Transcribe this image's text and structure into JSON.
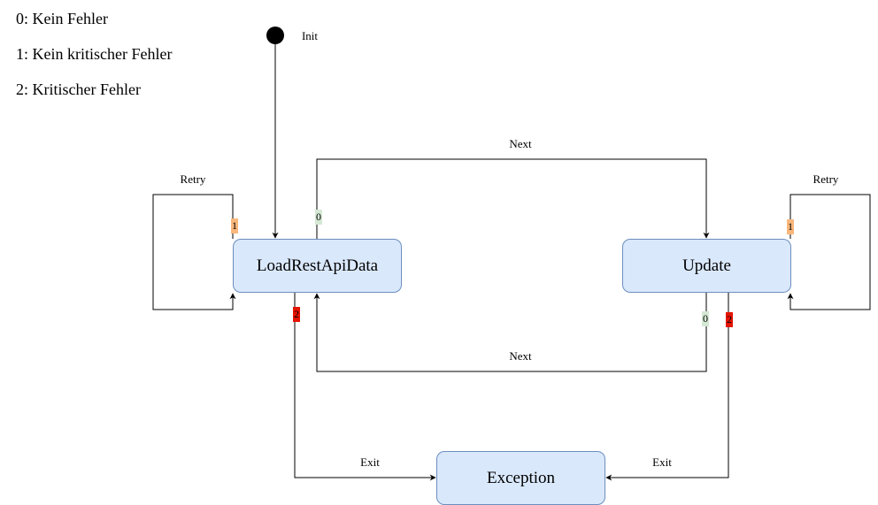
{
  "legend": [
    "0: Kein Fehler",
    "1: Kein kritischer Fehler",
    "2: Kritischer Fehler"
  ],
  "states": {
    "load": "LoadRestApiData",
    "update": "Update",
    "exception": "Exception"
  },
  "edges": {
    "init": "Init",
    "next_top": "Next",
    "next_bottom": "Next",
    "retry_left": "Retry",
    "retry_right": "Retry",
    "exit_left": "Exit",
    "exit_right": "Exit"
  },
  "codes": {
    "load_retry": "1",
    "load_next": "0",
    "load_exit": "2",
    "update_retry": "1",
    "update_next": "0",
    "update_exit": "2"
  },
  "colors": {
    "state_fill": "#dae8fc",
    "state_border": "#6c8ebf",
    "code_0": "#d5e8d4",
    "code_1": "#f9b77c",
    "code_2": "#e51400"
  }
}
